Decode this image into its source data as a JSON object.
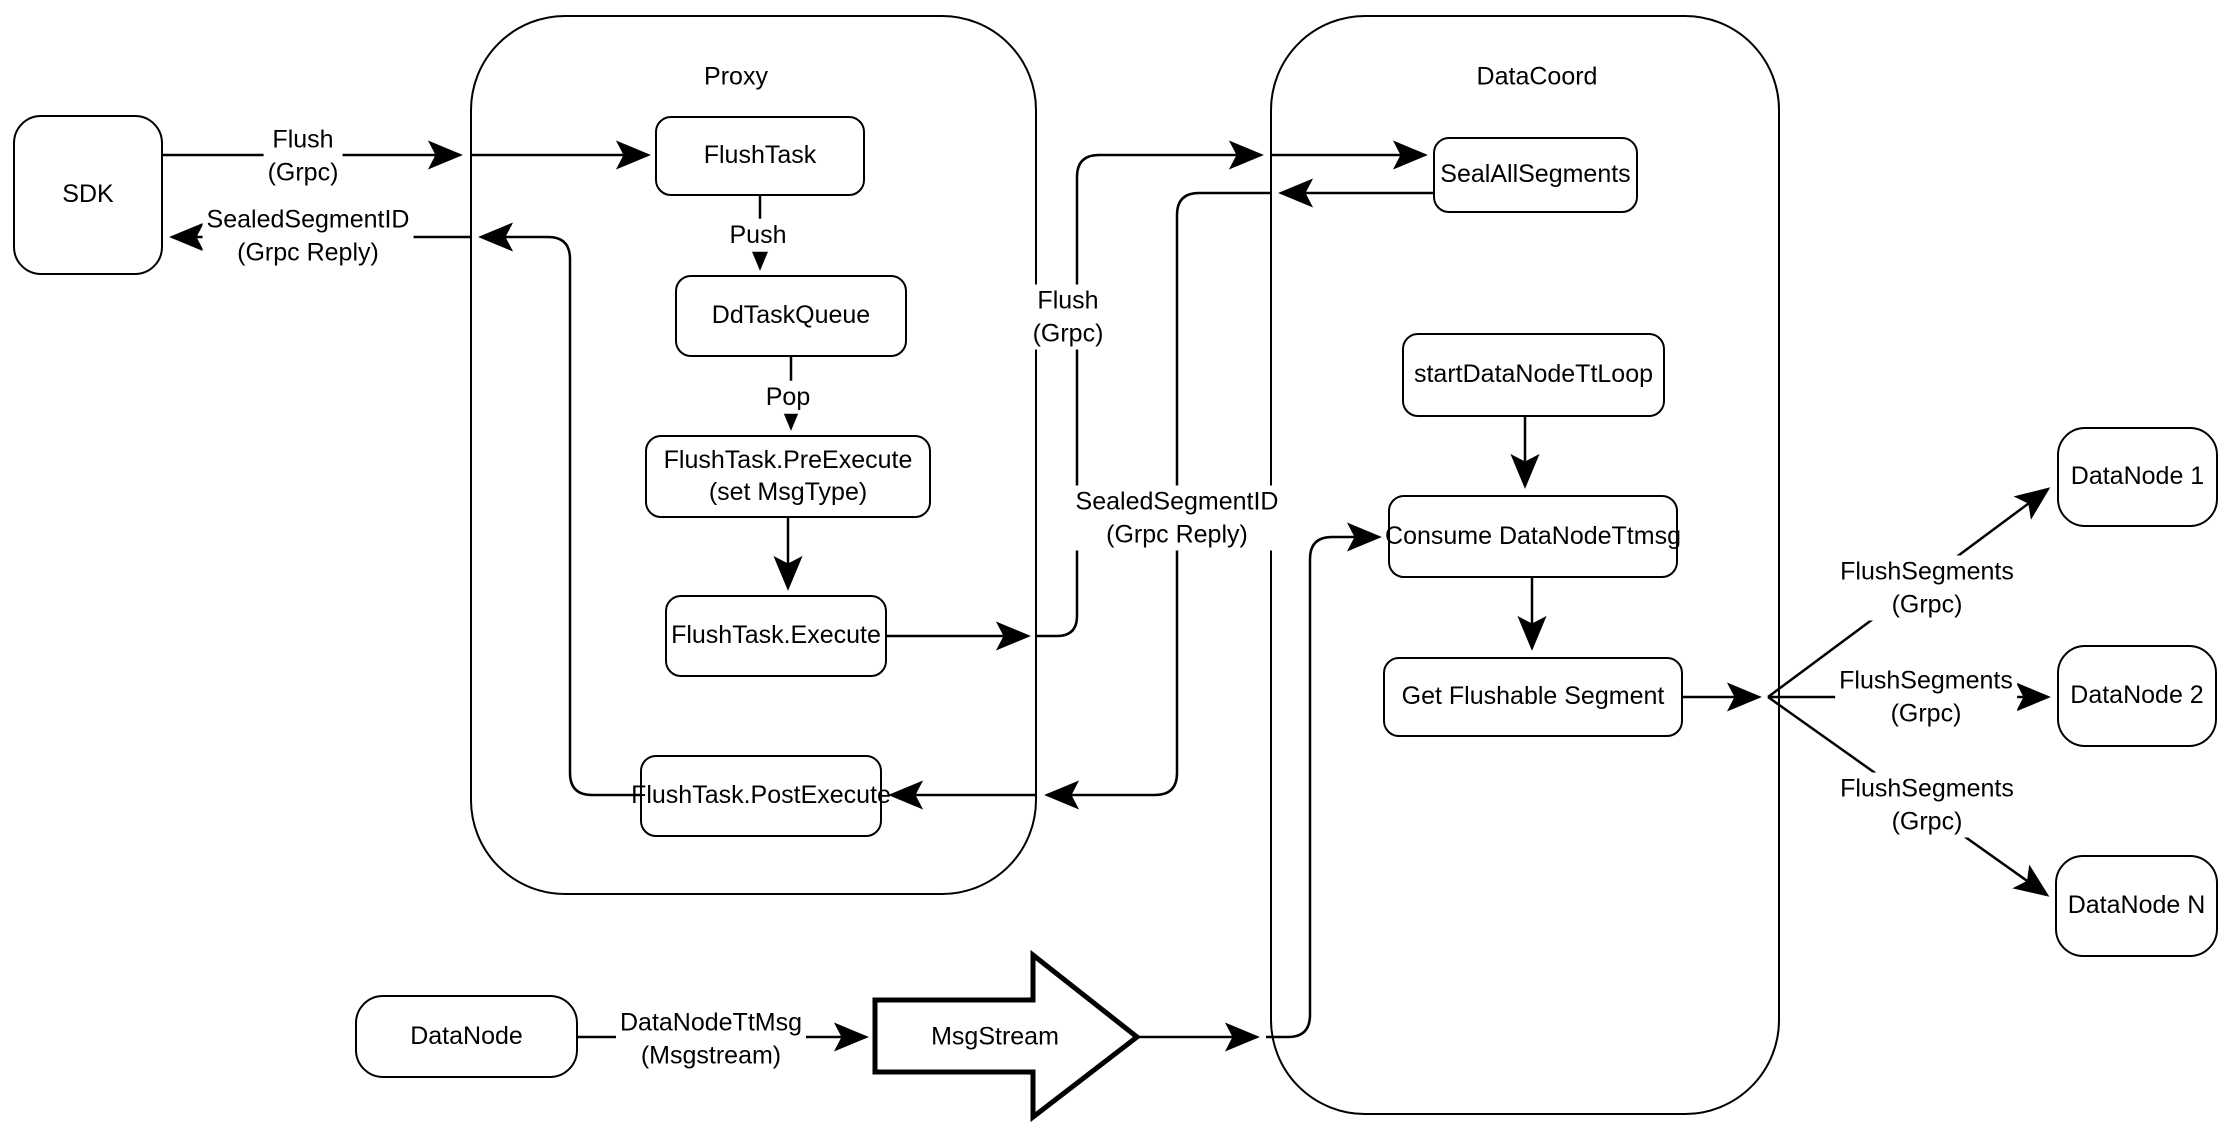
{
  "diagram": {
    "containers": {
      "proxy": {
        "title": "Proxy"
      },
      "datacoord": {
        "title": "DataCoord"
      }
    },
    "nodes": {
      "sdk": {
        "label": "SDK"
      },
      "flush_task": {
        "label": "FlushTask"
      },
      "dd_task_queue": {
        "label": "DdTaskQueue"
      },
      "pre_execute": {
        "line1": "FlushTask.PreExecute",
        "line2": "(set MsgType)"
      },
      "execute": {
        "label": "FlushTask.Execute"
      },
      "post_execute": {
        "label": "FlushTask.PostExecute"
      },
      "seal_all_segments": {
        "label": "SealAllSegments"
      },
      "start_data_node_tt_loop": {
        "label": "startDataNodeTtLoop"
      },
      "consume_data_node_ttmsg": {
        "label": "Consume DataNodeTtmsg"
      },
      "get_flushable_segment": {
        "label": "Get Flushable Segment"
      },
      "data_node_1": {
        "label": "DataNode 1"
      },
      "data_node_2": {
        "label": "DataNode 2"
      },
      "data_node_n": {
        "label": "DataNode N"
      },
      "data_node": {
        "label": "DataNode"
      },
      "msg_stream": {
        "label": "MsgStream"
      }
    },
    "edge_labels": {
      "flush_sdk": {
        "line1": "Flush",
        "line2": "(Grpc)"
      },
      "sealed_sdk": {
        "line1": "SealedSegmentID",
        "line2": "(Grpc Reply)"
      },
      "push": {
        "line1": "Push"
      },
      "pop": {
        "line1": "Pop"
      },
      "flush_mid": {
        "line1": "Flush",
        "line2": "(Grpc)"
      },
      "sealed_mid": {
        "line1": "SealedSegmentID",
        "line2": "(Grpc Reply)"
      },
      "flush_segments_1": {
        "line1": "FlushSegments",
        "line2": "(Grpc)"
      },
      "flush_segments_2": {
        "line1": "FlushSegments",
        "line2": "(Grpc)"
      },
      "flush_segments_3": {
        "line1": "FlushSegments",
        "line2": "(Grpc)"
      },
      "data_node_tt_msg": {
        "line1": "DataNodeTtMsg",
        "line2": "(Msgstream)"
      }
    },
    "colors": {
      "stroke": "#000000",
      "background": "#ffffff"
    }
  }
}
